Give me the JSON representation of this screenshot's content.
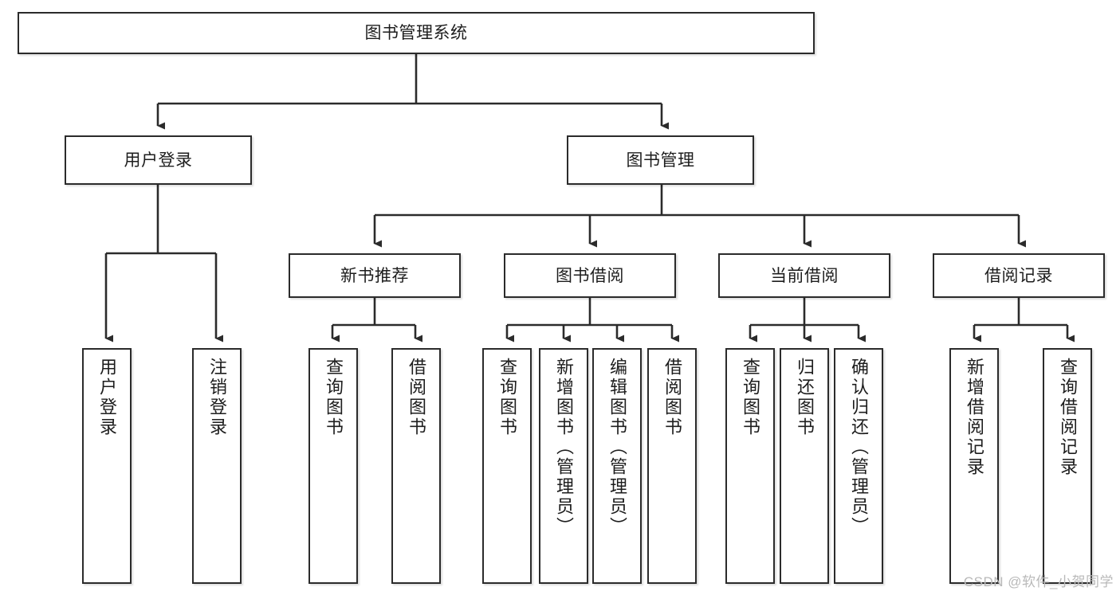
{
  "diagram": {
    "title": "图书管理系统",
    "type": "tree-hierarchy-chart",
    "watermark": "CSDN @软件_小贺同学",
    "colors": {
      "stroke": "#2b2b2b",
      "background": "#ffffff",
      "text": "#1d1d1d",
      "watermark": "#b9b9b9"
    },
    "nodes": {
      "root": {
        "label": "图书管理系统"
      },
      "level2": [
        {
          "id": "user-login",
          "label": "用户登录"
        },
        {
          "id": "book-management",
          "label": "图书管理"
        }
      ],
      "level3": [
        {
          "id": "new-book-recommend",
          "label": "新书推荐"
        },
        {
          "id": "book-borrow",
          "label": "图书借阅"
        },
        {
          "id": "current-borrow",
          "label": "当前借阅"
        },
        {
          "id": "borrow-record",
          "label": "借阅记录"
        }
      ],
      "leaves": {
        "user_login": [
          {
            "id": "leaf-user-login",
            "label": "用户登录"
          },
          {
            "id": "leaf-logout",
            "label": "注销登录"
          }
        ],
        "new_book_recommend": [
          {
            "id": "leaf-query-book-1",
            "label": "查询图书"
          },
          {
            "id": "leaf-borrow-book-1",
            "label": "借阅图书"
          }
        ],
        "book_borrow": [
          {
            "id": "leaf-query-book-2",
            "label": "查询图书"
          },
          {
            "id": "leaf-add-book",
            "label": "新增图书（管理员）"
          },
          {
            "id": "leaf-edit-book",
            "label": "编辑图书（管理员）"
          },
          {
            "id": "leaf-borrow-book-2",
            "label": "借阅图书"
          }
        ],
        "current_borrow": [
          {
            "id": "leaf-query-book-3",
            "label": "查询图书"
          },
          {
            "id": "leaf-return-book",
            "label": "归还图书"
          },
          {
            "id": "leaf-confirm-return",
            "label": "确认归还（管理员）"
          }
        ],
        "borrow_record": [
          {
            "id": "leaf-add-record",
            "label": "新增借阅记录"
          },
          {
            "id": "leaf-query-record",
            "label": "查询借阅记录"
          }
        ]
      }
    }
  }
}
